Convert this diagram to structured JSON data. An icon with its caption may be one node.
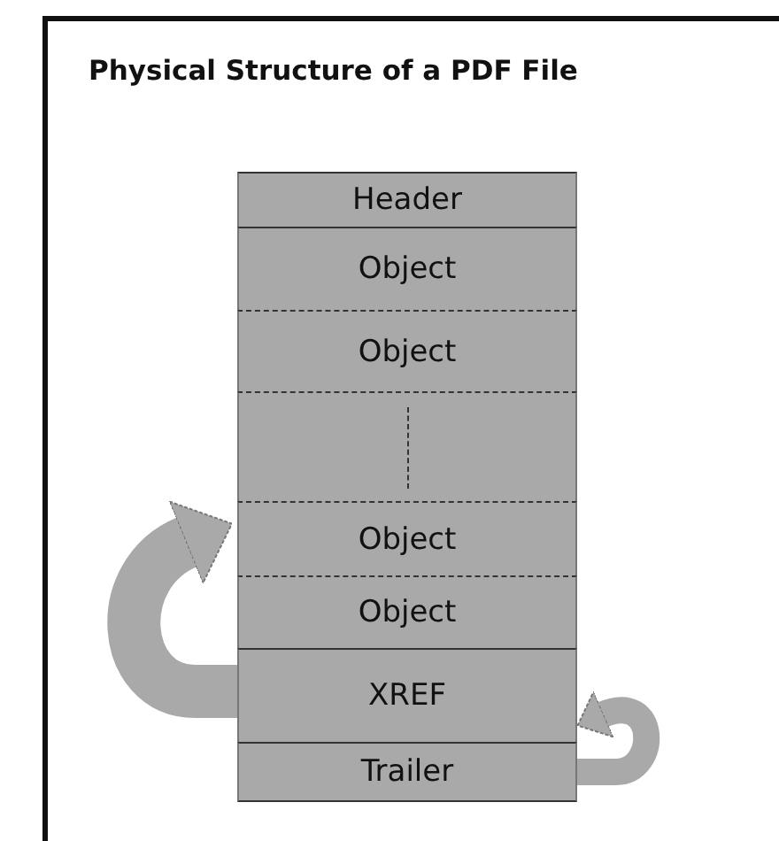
{
  "diagram": {
    "title": "Physical Structure of a PDF File",
    "nodes": [
      {
        "text": [
          "Header"
        ]
      },
      {
        "text": [
          "Object"
        ]
      },
      {
        "text": [
          "Object"
        ]
      },
      {
        "text": [],
        "shape": "box"
      },
      {
        "text": [
          "Object"
        ]
      },
      {
        "text": [
          "Object"
        ]
      },
      {
        "text": [
          "XREF"
        ]
      },
      {
        "text": [
          "Trailer"
        ]
      }
    ],
    "edges": [
      {
        "from": 6,
        "to": 4,
        "arrow": "to",
        "style": "thick"
      },
      {
        "from": 7,
        "to": 6,
        "arrow": "to"
      }
    ]
  }
}
